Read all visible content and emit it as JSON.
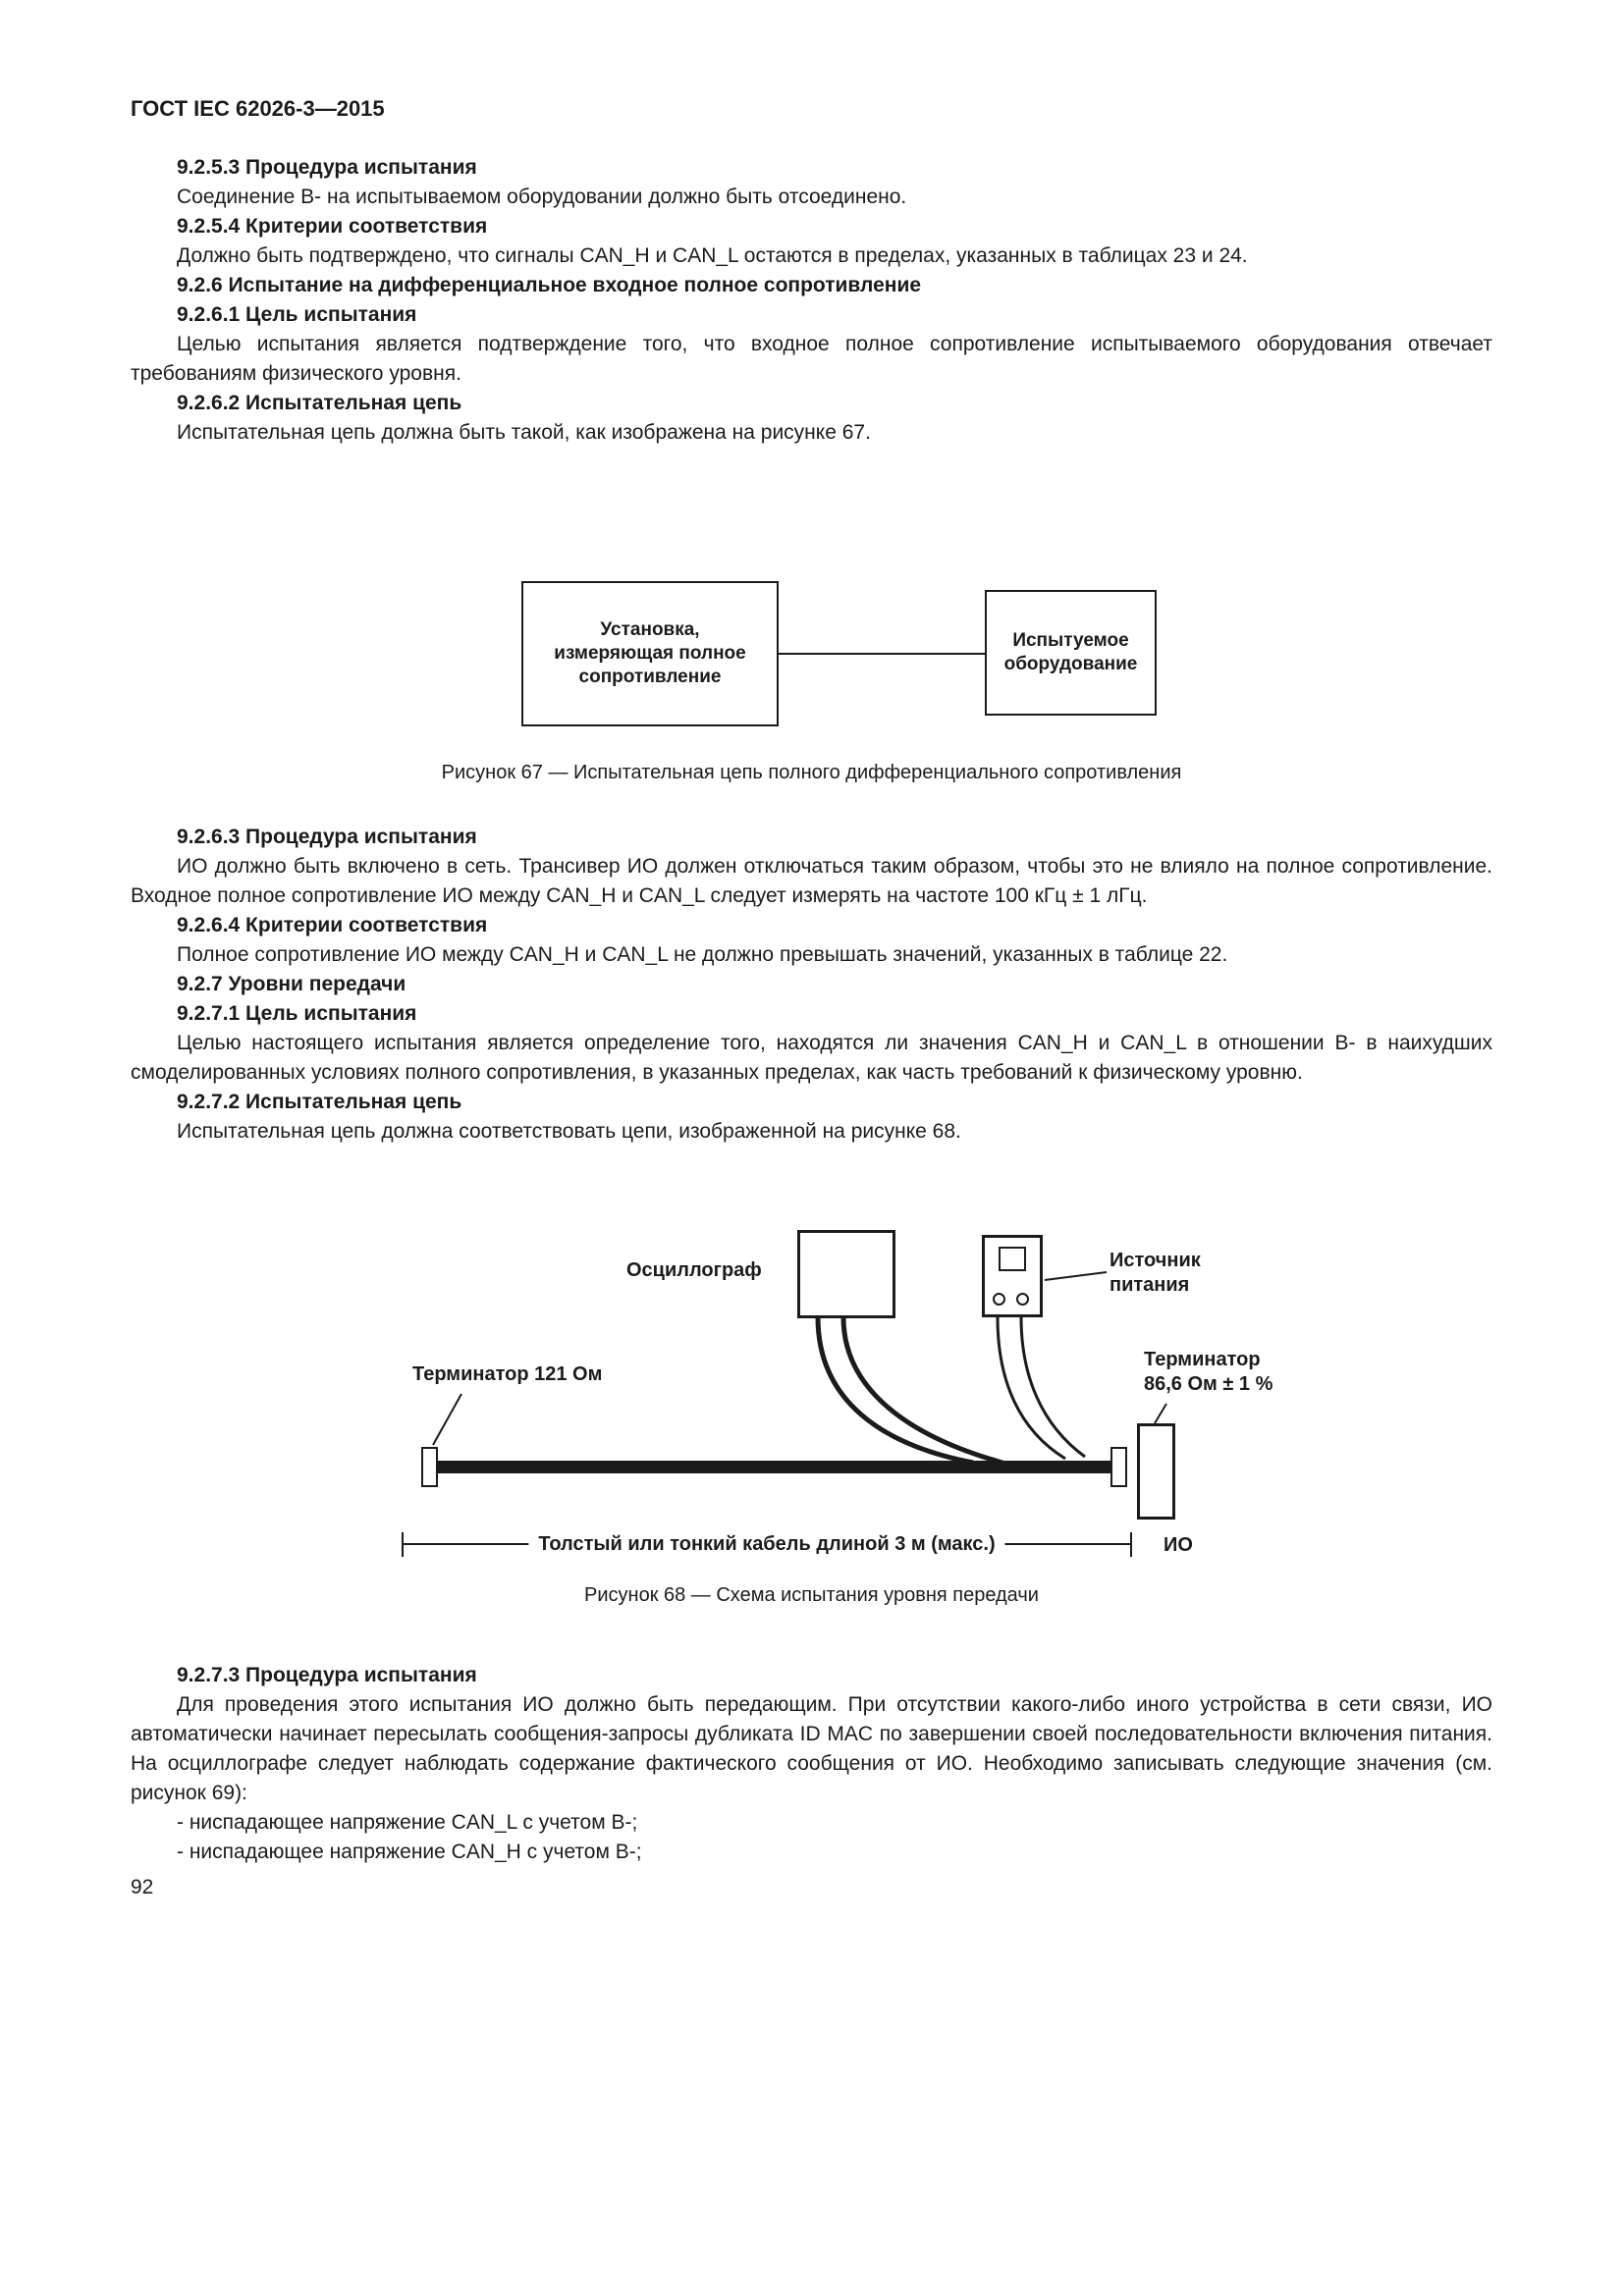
{
  "page": {
    "header": "ГОСТ IEC 62026-3—2015",
    "number": "92"
  },
  "sections": {
    "h_9253": "9.2.5.3 Процедура испытания",
    "p_9253": "Соединение В- на испытываемом оборудовании должно быть отсоединено.",
    "h_9254": "9.2.5.4 Критерии соответствия",
    "p_9254": "Должно быть подтверждено, что сигналы CAN_H и CAN_L остаются в пределах, указанных в таблицах 23 и 24.",
    "h_926": "9.2.6 Испытание на дифференциальное входное полное сопротивление",
    "h_9261": "9.2.6.1 Цель испытания",
    "p_9261": "Целью испытания является подтверждение того, что входное полное сопротивление испытываемого оборудования отвечает требованиям физического уровня.",
    "h_9262": "9.2.6.2 Испытательная цепь",
    "p_9262": "Испытательная цепь должна быть такой, как изображена на рисунке 67.",
    "h_9263": "9.2.6.3 Процедура испытания",
    "p_9263": "ИО должно быть включено в сеть. Трансивер ИО должен отключаться таким образом, чтобы это не влияло на полное сопротивление. Входное полное сопротивление ИО между CAN_H и CAN_L следует измерять на частоте 100 кГц ± 1 лГц.",
    "h_9264": "9.2.6.4 Критерии соответствия",
    "p_9264": "Полное сопротивление ИО между CAN_H и CAN_L не должно превышать значений, указанных в таблице 22.",
    "h_927": "9.2.7 Уровни передачи",
    "h_9271": "9.2.7.1 Цель испытания",
    "p_9271": "Целью настоящего испытания является определение того, находятся ли значения CAN_H и CAN_L в отношении В- в наихудших смоделированных условиях полного сопротивления, в указанных пределах, как часть требований к физическому уровню.",
    "h_9272": "9.2.7.2 Испытательная цепь",
    "p_9272": "Испытательная цепь должна соответствовать цепи, изображенной на рисунке 68.",
    "h_9273": "9.2.7.3 Процедура испытания",
    "p_9273": "Для проведения этого испытания ИО должно быть передающим. При отсутствии какого-либо иного устройства в сети связи, ИО автоматически начинает пересылать сообщения-запросы дубликата ID MAC по завершении своей последовательности включения питания. На осциллографе следует наблюдать содержание фактического сообщения от ИО. Необходимо записывать следующие значения (см. рисунок 69):",
    "li_1": "- ниспадающее напряжение CAN_L с учетом В-;",
    "li_2": "- ниспадающее напряжение CAN_H с учетом В-;"
  },
  "figure67": {
    "left_box": "Установка, измеряющая полное сопротивление",
    "right_box": "Испытуемое оборудование",
    "caption": "Рисунок 67 — Испытательная цепь полного дифференциального сопротивления"
  },
  "figure68": {
    "oscilloscope": "Осциллограф",
    "power_source": "Источник питания",
    "terminator_left": "Терминатор 121 Ом",
    "terminator_right": "Терминатор 86,6 Ом ± 1 %",
    "cable": "Толстый или тонкий кабель длиной 3 м (макс.)",
    "eut": "ИО",
    "caption": "Рисунок 68 — Схема испытания уровня передачи"
  }
}
